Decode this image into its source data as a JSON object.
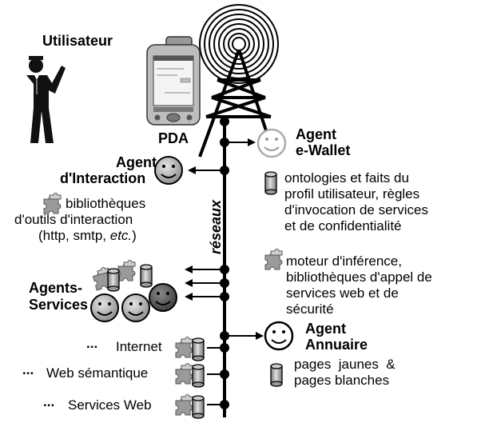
{
  "labels": {
    "user": "Utilisateur",
    "pda": "PDA",
    "network": "réseaux",
    "ewallet_l1": "Agent",
    "ewallet_l2": "e-Wallet",
    "ewallet_db_l1": "ontologies et faits du",
    "ewallet_db_l2": "profil utilisateur, règles",
    "ewallet_db_l3": "d'invocation de services",
    "ewallet_db_l4": "et de confidentialité",
    "ewallet_pz_l1": "moteur d'inférence,",
    "ewallet_pz_l2": "bibliothèques d'appel de",
    "ewallet_pz_l3": "services web et de",
    "ewallet_pz_l4": "sécurité",
    "interaction_l1": "Agent",
    "interaction_l2": "d'Interaction",
    "interaction_lib_l1": "bibliothèques",
    "interaction_lib_l2": "d'outils d'interaction",
    "interaction_lib_l3_pre": "(http, smtp, ",
    "interaction_lib_l3_it": "etc.",
    "interaction_lib_l3_post": ")",
    "services_l1": "Agents-",
    "services_l2": "Services",
    "annuaire_l1": "Agent",
    "annuaire_l2": "Annuaire",
    "annuaire_db_l1": "pages  jaunes  &",
    "annuaire_db_l2": "pages blanches",
    "src_dots": "...",
    "src_internet": "Internet",
    "src_web_sem": "Web sémantique",
    "src_services": "Services Web"
  }
}
